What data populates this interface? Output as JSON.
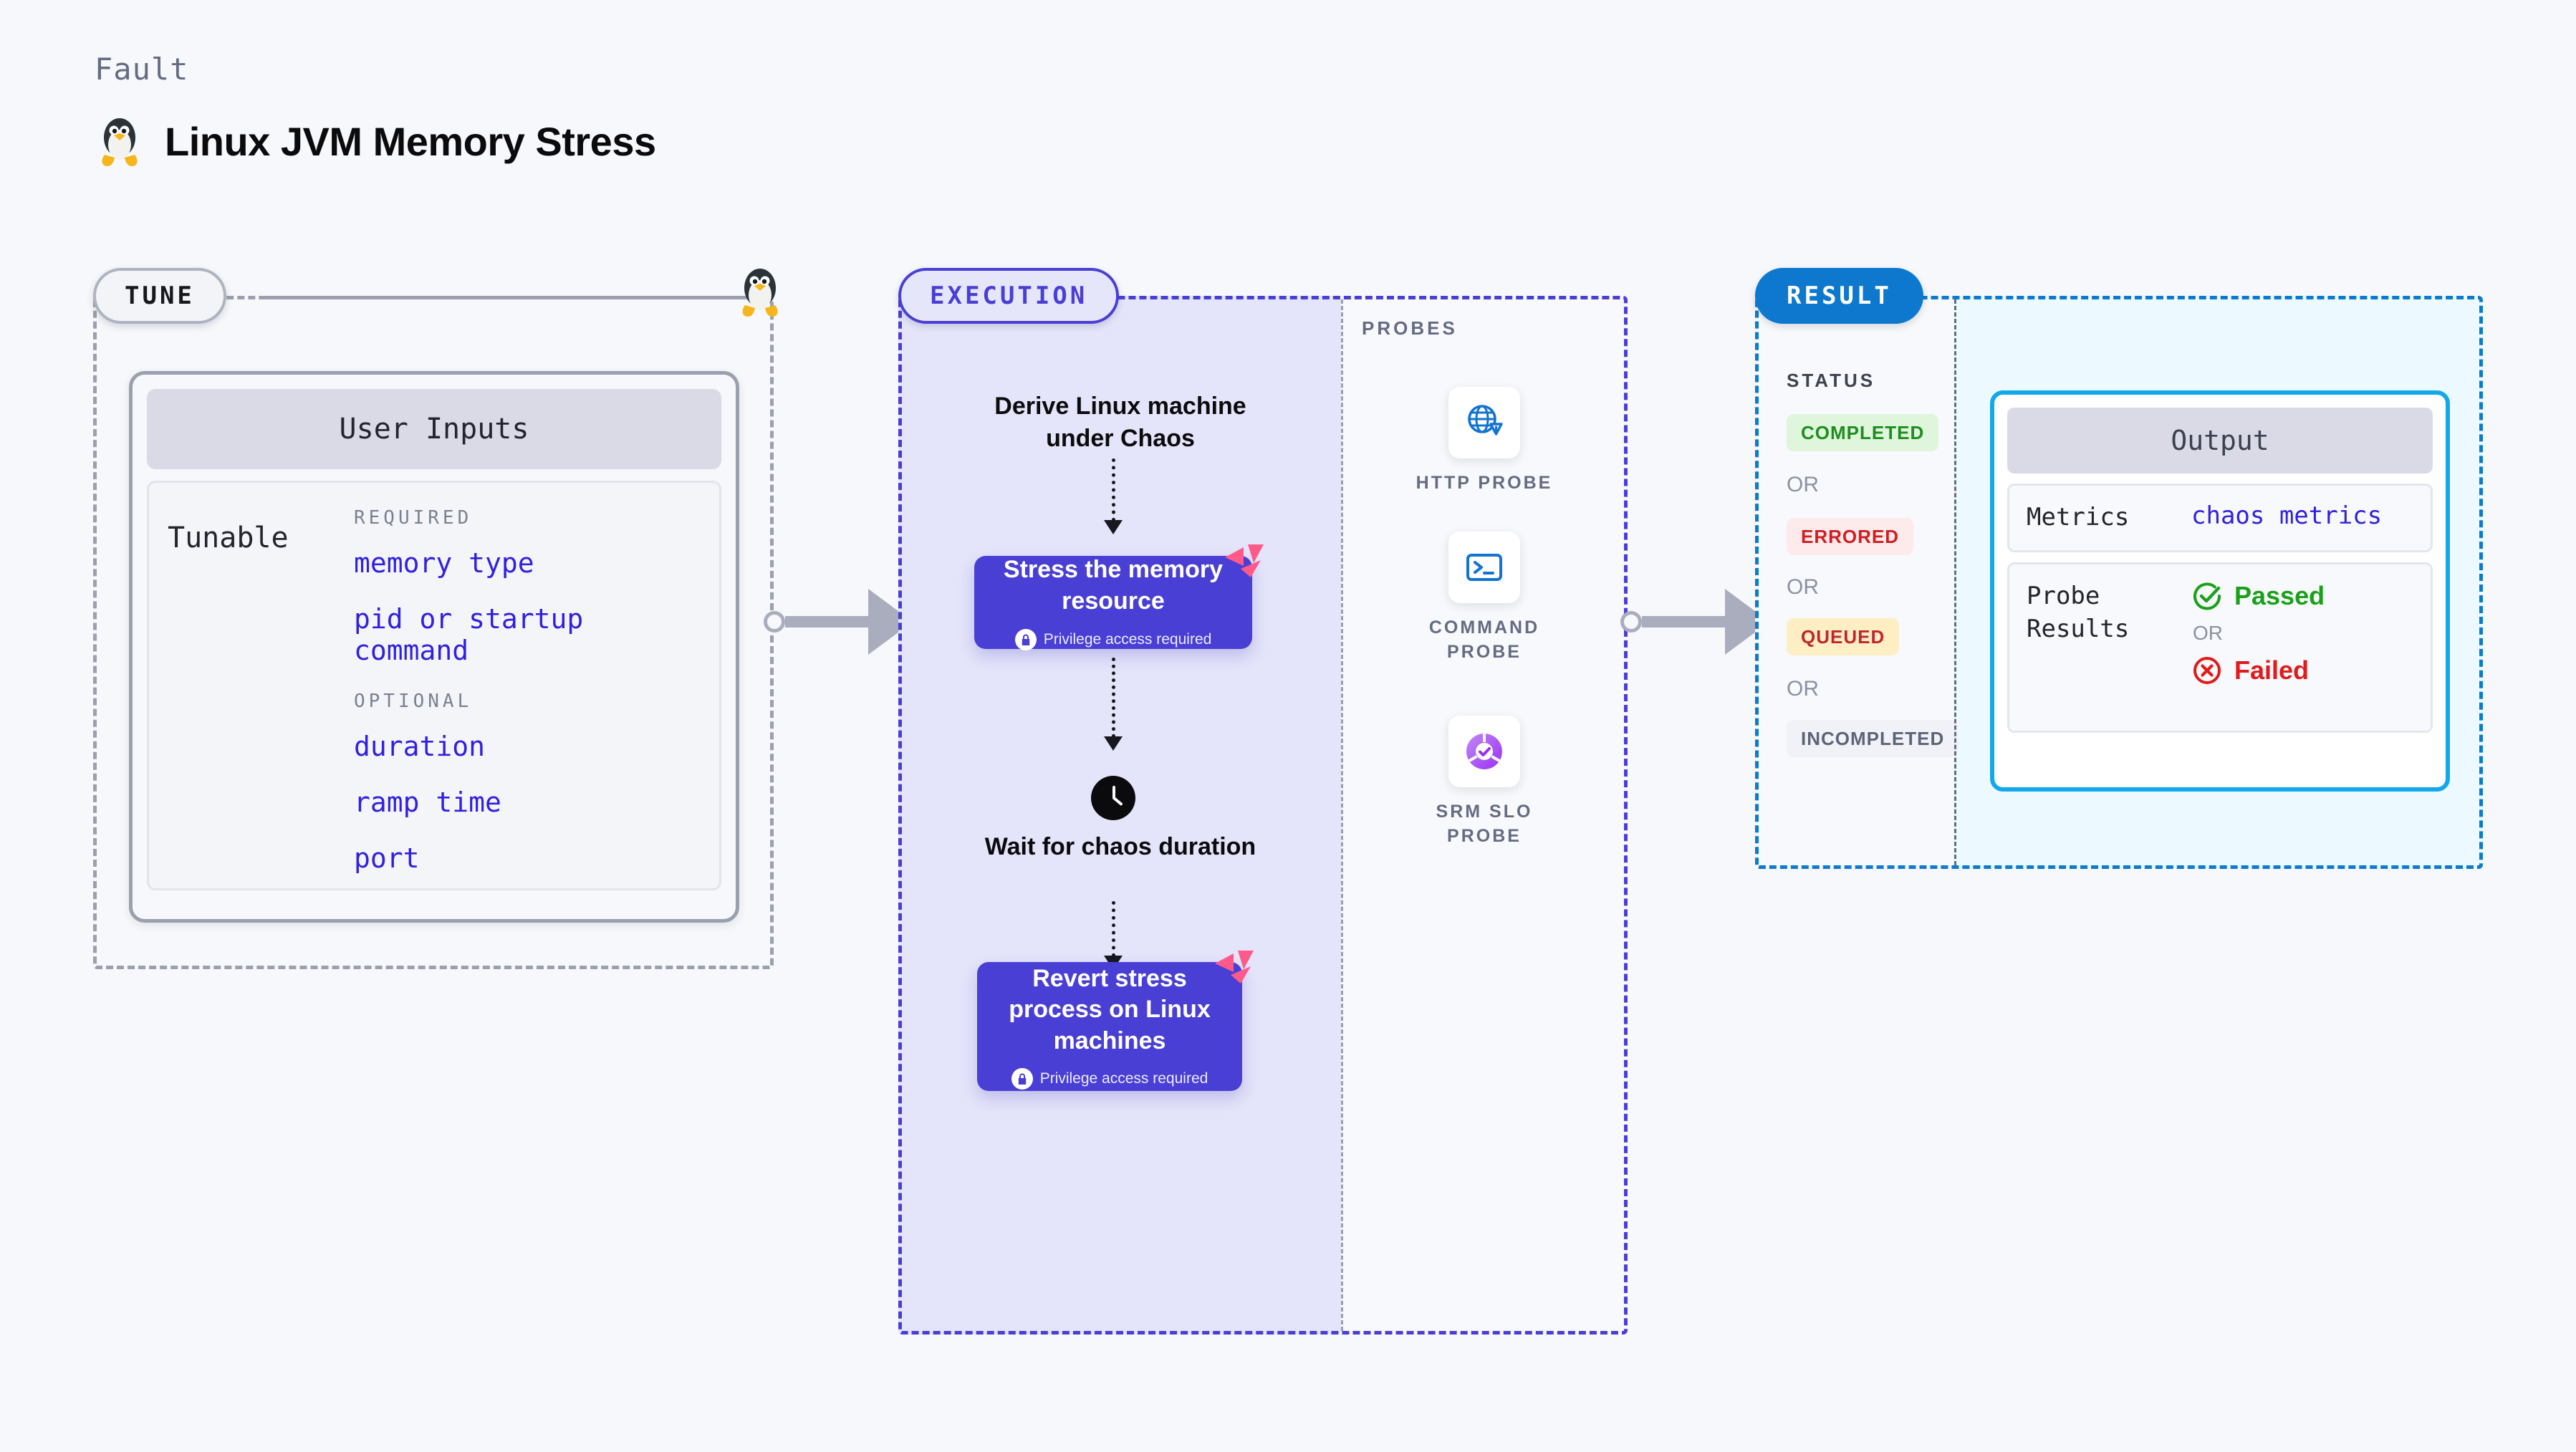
{
  "header": {
    "kicker": "Fault",
    "title": "Linux JVM Memory Stress",
    "icon": "linux-penguin-icon"
  },
  "tune": {
    "pill_label": "TUNE",
    "card_header": "User Inputs",
    "tunable_label": "Tunable",
    "groups": [
      {
        "label": "REQUIRED",
        "fields": [
          "memory type",
          "pid or startup command"
        ]
      },
      {
        "label": "OPTIONAL",
        "fields": [
          "duration",
          "ramp time",
          "port"
        ]
      }
    ]
  },
  "execution": {
    "pill_label": "EXECUTION",
    "steps": [
      {
        "kind": "text",
        "title": "Derive Linux machine under Chaos"
      },
      {
        "kind": "action",
        "title": "Stress the memory resource",
        "privilege": "Privilege access required"
      },
      {
        "kind": "wait",
        "title": "Wait for chaos duration",
        "icon": "clock-icon"
      },
      {
        "kind": "action",
        "title": "Revert stress process on Linux machines",
        "privilege": "Privilege access required"
      }
    ]
  },
  "probes": {
    "caption": "PROBES",
    "items": [
      {
        "label": "HTTP PROBE",
        "icon": "globe-alert-icon"
      },
      {
        "label": "COMMAND PROBE",
        "icon": "terminal-icon"
      },
      {
        "label": "SRM SLO PROBE",
        "icon": "srm-slo-icon"
      }
    ]
  },
  "result": {
    "pill_label": "RESULT",
    "status_caption": "STATUS",
    "or_label": "OR",
    "statuses": [
      {
        "label": "COMPLETED",
        "fg": "#1e8e1e",
        "bg": "#dff5dc"
      },
      {
        "label": "ERRORED",
        "fg": "#cf1f22",
        "bg": "#fdeaea"
      },
      {
        "label": "QUEUED",
        "fg": "#c0272d",
        "bg": "#fdeec4"
      },
      {
        "label": "INCOMPLETED",
        "fg": "#5d6478",
        "bg": "#f1f2f7"
      }
    ],
    "output": {
      "header": "Output",
      "metrics_key": "Metrics",
      "metrics_value": "chaos metrics",
      "probe_results_key": "Probe Results",
      "passed_label": "Passed",
      "failed_label": "Failed",
      "or_label": "OR",
      "passed_color": "#1ba01b",
      "failed_color": "#e01b1b"
    }
  },
  "colors": {
    "page_bg": "#f7f8fb",
    "execution_bg": "#e4e4fa",
    "execution_accent": "#4a3fd4",
    "result_accent": "#0d78ce",
    "result_bg": "#ecfaff",
    "harness_pink": "#ff5a8a",
    "field_blue": "#3021e0"
  }
}
